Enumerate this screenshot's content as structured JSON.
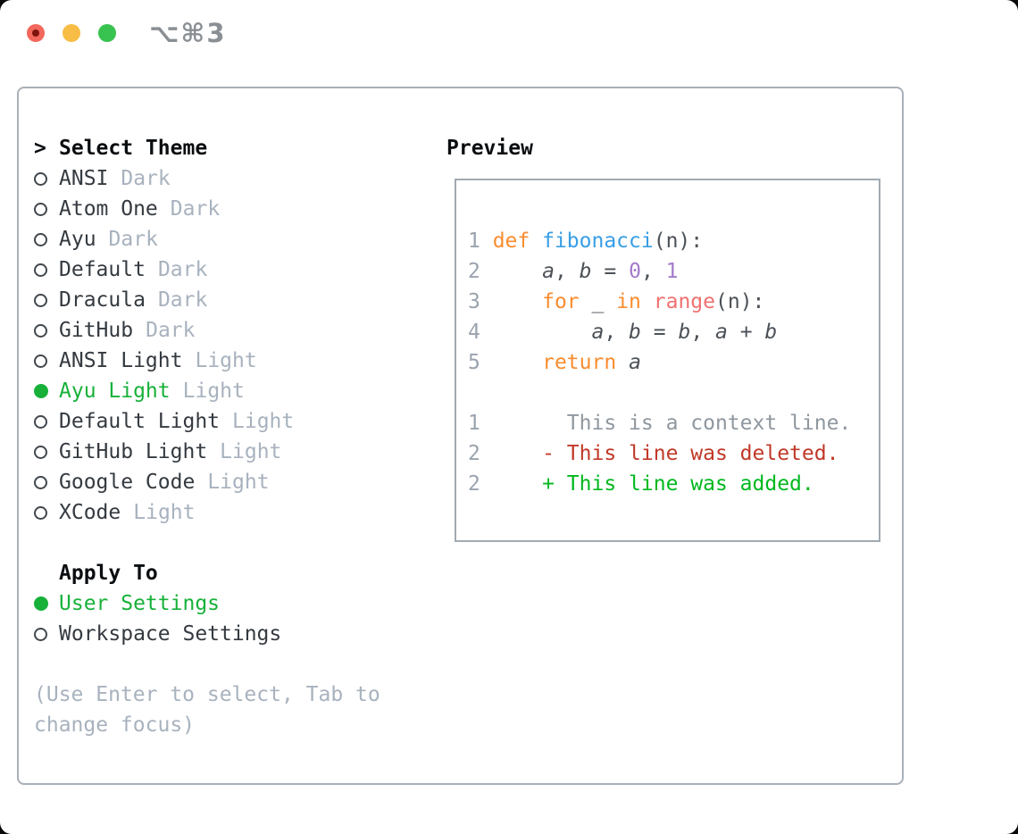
{
  "window": {
    "title": "⌥⌘3",
    "traffic_lights": [
      "close",
      "minimize",
      "zoom"
    ]
  },
  "theme_list": {
    "header": {
      "prompt": ">",
      "label": "Select Theme"
    },
    "themes": [
      {
        "name": "ANSI",
        "tag": "Dark",
        "selected": false
      },
      {
        "name": "Atom One",
        "tag": "Dark",
        "selected": false
      },
      {
        "name": "Ayu",
        "tag": "Dark",
        "selected": false
      },
      {
        "name": "Default",
        "tag": "Dark",
        "selected": false
      },
      {
        "name": "Dracula",
        "tag": "Dark",
        "selected": false
      },
      {
        "name": "GitHub",
        "tag": "Dark",
        "selected": false
      },
      {
        "name": "ANSI Light",
        "tag": "Light",
        "selected": false
      },
      {
        "name": "Ayu Light",
        "tag": "Light",
        "selected": true
      },
      {
        "name": "Default Light",
        "tag": "Light",
        "selected": false
      },
      {
        "name": "GitHub Light",
        "tag": "Light",
        "selected": false
      },
      {
        "name": "Google Code",
        "tag": "Light",
        "selected": false
      },
      {
        "name": "XCode",
        "tag": "Light",
        "selected": false
      }
    ]
  },
  "apply_to": {
    "header": "Apply To",
    "options": [
      {
        "name": "User Settings",
        "selected": true
      },
      {
        "name": "Workspace Settings",
        "selected": false
      }
    ]
  },
  "help": {
    "line1": "(Use Enter to select, Tab to",
    "line2": "change focus)"
  },
  "preview": {
    "header": "Preview",
    "code": {
      "lines": [
        {
          "tokens": [
            {
              "t": "1 ",
              "c": "lineno"
            },
            {
              "t": "def ",
              "c": "keyword"
            },
            {
              "t": "fibonacci",
              "c": "function"
            },
            {
              "t": "(n):",
              "c": "plain"
            }
          ]
        },
        {
          "tokens": [
            {
              "t": "2",
              "c": "lineno"
            },
            {
              "t": "     ",
              "c": "plain"
            },
            {
              "t": "a",
              "c": "variable"
            },
            {
              "t": ", ",
              "c": "plain"
            },
            {
              "t": "b",
              "c": "variable"
            },
            {
              "t": " = ",
              "c": "plain"
            },
            {
              "t": "0",
              "c": "number"
            },
            {
              "t": ", ",
              "c": "plain"
            },
            {
              "t": "1",
              "c": "number"
            }
          ]
        },
        {
          "tokens": [
            {
              "t": "3",
              "c": "lineno"
            },
            {
              "t": "     ",
              "c": "plain"
            },
            {
              "t": "for",
              "c": "keyword"
            },
            {
              "t": " _ ",
              "c": "plain"
            },
            {
              "t": "in",
              "c": "keyword"
            },
            {
              "t": " ",
              "c": "plain"
            },
            {
              "t": "range",
              "c": "builtin"
            },
            {
              "t": "(n):",
              "c": "plain"
            }
          ]
        },
        {
          "tokens": [
            {
              "t": "4",
              "c": "lineno"
            },
            {
              "t": "         ",
              "c": "plain"
            },
            {
              "t": "a",
              "c": "variable"
            },
            {
              "t": ", ",
              "c": "plain"
            },
            {
              "t": "b",
              "c": "variable"
            },
            {
              "t": " = ",
              "c": "plain"
            },
            {
              "t": "b",
              "c": "variable"
            },
            {
              "t": ", ",
              "c": "plain"
            },
            {
              "t": "a",
              "c": "variable"
            },
            {
              "t": " + ",
              "c": "plain"
            },
            {
              "t": "b",
              "c": "variable"
            }
          ]
        },
        {
          "tokens": [
            {
              "t": "5",
              "c": "lineno"
            },
            {
              "t": "     ",
              "c": "plain"
            },
            {
              "t": "return",
              "c": "keyword"
            },
            {
              "t": " ",
              "c": "plain"
            },
            {
              "t": "a",
              "c": "variable"
            }
          ]
        },
        {
          "tokens": []
        },
        {
          "tokens": [
            {
              "t": "1",
              "c": "lineno"
            },
            {
              "t": "       ",
              "c": "plain"
            },
            {
              "t": "This is a context line.",
              "c": "context"
            }
          ]
        },
        {
          "tokens": [
            {
              "t": "2",
              "c": "lineno"
            },
            {
              "t": "     ",
              "c": "plain"
            },
            {
              "t": "- This line was deleted.",
              "c": "deleted"
            }
          ]
        },
        {
          "tokens": [
            {
              "t": "2",
              "c": "lineno"
            },
            {
              "t": "     ",
              "c": "plain"
            },
            {
              "t": "+ This line was added.",
              "c": "added"
            }
          ]
        }
      ]
    }
  },
  "colors": {
    "lineno": "#9aa3ae",
    "plain": "#4c5157",
    "keyword": "#f98d2f",
    "function": "#399ee6",
    "builtin": "#f07171",
    "number": "#a37acc",
    "variable": "#4c5157",
    "context": "#8f979f",
    "deleted": "#c13828",
    "added": "#00b81f",
    "selection_green": "#17b13a",
    "tag_gray": "#a8b2be",
    "border_gray": "#a8b0b8",
    "traffic_red": "#f2685c",
    "traffic_yellow": "#f7bd45",
    "traffic_green": "#38c24f"
  }
}
